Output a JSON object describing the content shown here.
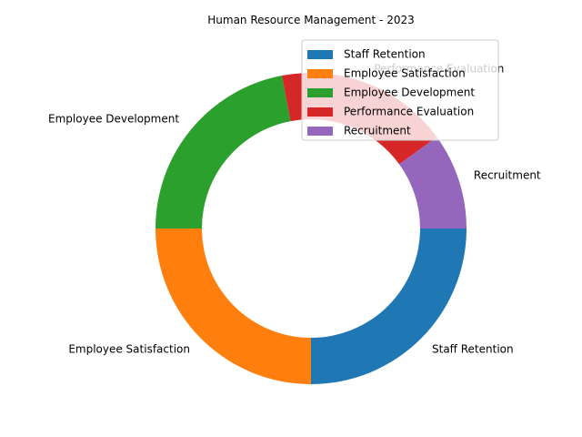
{
  "chart_data": {
    "type": "pie",
    "variant": "donut",
    "title": "Human Resource Management - 2023",
    "categories": [
      "Staff Retention",
      "Employee Satisfaction",
      "Employee Development",
      "Performance Evaluation",
      "Recruitment"
    ],
    "values": [
      25,
      25,
      22,
      18,
      10
    ],
    "unit": "",
    "colors": [
      "#1f77b4",
      "#ff7f0e",
      "#2ca02c",
      "#d62728",
      "#9467bd"
    ],
    "start_angle_deg": 0,
    "direction": "clockwise-on-screen",
    "legend": {
      "placement": "upper-right",
      "entries": [
        "Staff Retention",
        "Employee Satisfaction",
        "Employee Development",
        "Performance Evaluation",
        "Recruitment"
      ]
    },
    "grid": false
  }
}
